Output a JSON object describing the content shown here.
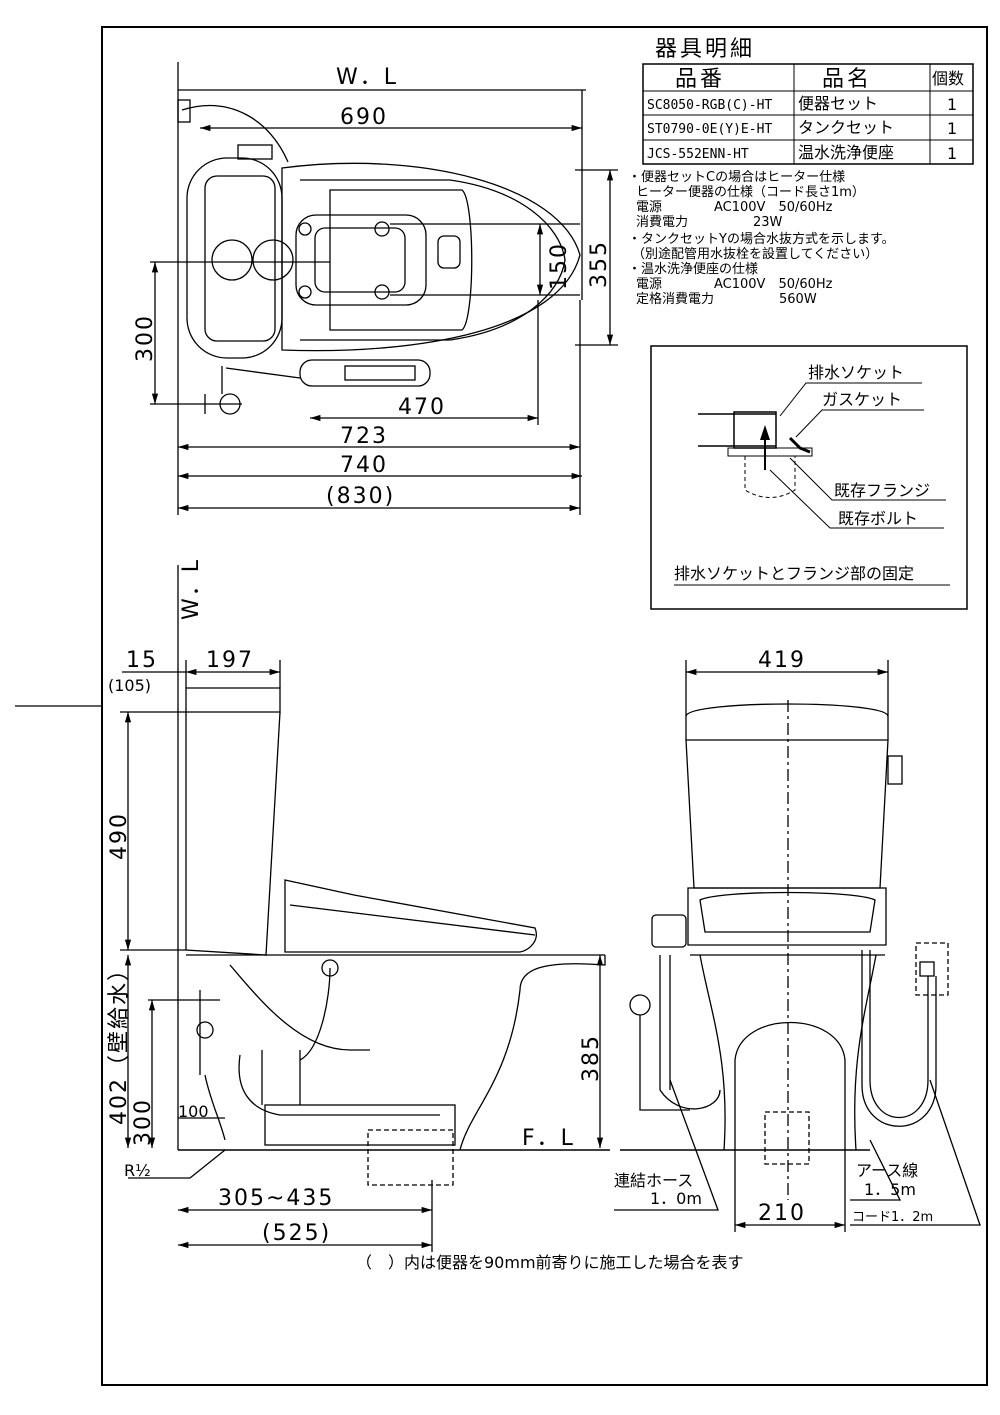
{
  "parts_table": {
    "title": "器具明細",
    "headers": {
      "code": "品番",
      "name": "品名",
      "qty": "個数"
    },
    "rows": [
      {
        "code": "SC8050-RGB(C)-HT",
        "name": "便器セット",
        "qty": "1"
      },
      {
        "code": "ST0790-0E(Y)E-HT",
        "name": "タンクセット",
        "qty": "1"
      },
      {
        "code": "JCS-552ENN-HT",
        "name": "温水洗浄便座",
        "qty": "1"
      }
    ]
  },
  "notes": [
    "・便器セットCの場合はヒーター仕様",
    "ヒーター便器の仕様（コード長さ1m）",
    "電源　　　　AC100V　50/60Hz",
    "消費電力　　　　　23W",
    "・タンクセットYの場合水抜方式を示します。",
    "（別途配管用水抜栓を設置してください）",
    "・温水洗浄便座の仕様",
    "電源　　　　AC100V　50/60Hz",
    "定格消費電力　　　　　560W"
  ],
  "detail": {
    "labels": [
      "排水ソケット",
      "ガスケット",
      "既存フランジ",
      "既存ボルト"
    ],
    "caption": "排水ソケットとフランジ部の固定"
  },
  "plan_view": {
    "wl": "W．L",
    "dims": {
      "d690": "690",
      "d355": "355",
      "d150": "150",
      "d300": "300",
      "d470": "470",
      "d723": "723",
      "d740": "740",
      "d830": "(830)"
    }
  },
  "side_view": {
    "wl": "W．L",
    "fl": "F．L",
    "dims": {
      "d15": "15",
      "d105": "(105)",
      "d197": "197",
      "d490": "490",
      "d402": "402（壁給水）",
      "d300": "300",
      "d100": "100",
      "d385": "385",
      "r12": "R½",
      "d305": "305~435",
      "d525": "(525)"
    }
  },
  "front_view": {
    "dims": {
      "d419": "419",
      "d210": "210"
    },
    "hose": {
      "label": "連結ホース",
      "len": "1．0m"
    },
    "earth": {
      "label": "アース線",
      "len": "1．5m",
      "cord": "コード1．2m"
    }
  },
  "footnote": "（　）内は便器を90mm前寄りに施工した場合を表す"
}
